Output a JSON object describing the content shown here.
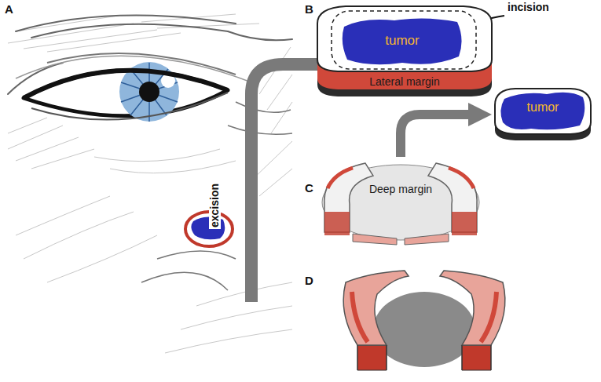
{
  "diagram": {
    "nodes": [
      {
        "text": [
          "Lateral margin"
        ]
      },
      {
        "text": [
          "tumor"
        ],
        "in": 0
      },
      {
        "text": [
          "Deep margin"
        ]
      },
      {
        "text": [
          "tumor"
        ]
      }
    ],
    "edges": [
      {
        "from": 2,
        "to": 3,
        "arrow": "to"
      }
    ],
    "labels": [
      "A",
      "B",
      "C",
      "D",
      "incision",
      "excision"
    ]
  }
}
